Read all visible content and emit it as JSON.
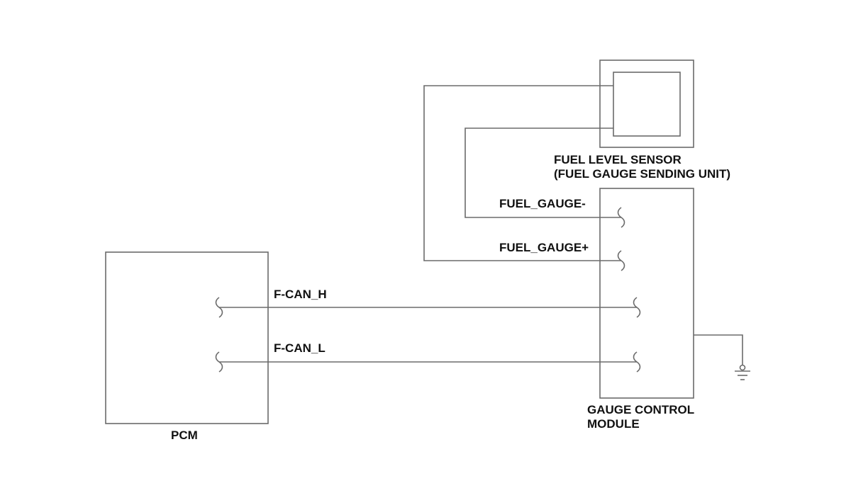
{
  "components": {
    "pcm": "PCM",
    "fuel_level_sensor": [
      "FUEL LEVEL SENSOR",
      "(FUEL GAUGE SENDING UNIT)"
    ],
    "gauge_control_module": [
      "GAUGE CONTROL",
      "MODULE"
    ]
  },
  "signals": {
    "fuel_gauge_minus": "FUEL_GAUGE-",
    "fuel_gauge_plus": "FUEL_GAUGE+",
    "f_can_h": "F-CAN_H",
    "f_can_l": "F-CAN_L"
  },
  "colors": {
    "line": "#6b6b6b",
    "text": "#111111"
  }
}
